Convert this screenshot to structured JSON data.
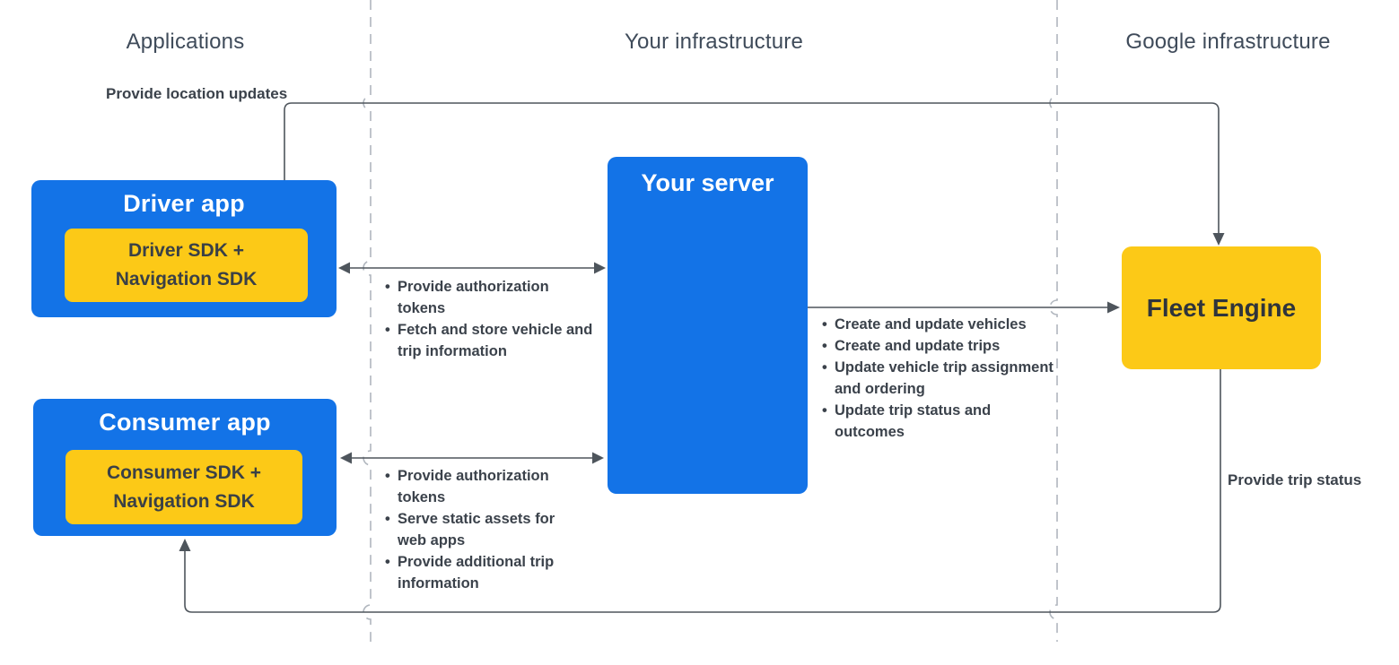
{
  "diagram": {
    "title_columns": {
      "applications": "Applications",
      "your_infrastructure": "Your infrastructure",
      "google_infrastructure": "Google infrastructure"
    },
    "nodes": {
      "driver_app": {
        "title": "Driver app",
        "sdk": "Driver SDK + Navigation SDK"
      },
      "consumer_app": {
        "title": "Consumer app",
        "sdk": "Consumer SDK + Navigation SDK"
      },
      "your_server": {
        "title": "Your server"
      },
      "fleet_engine": {
        "title": "Fleet Engine"
      }
    },
    "edges": {
      "driver_to_fleet": {
        "label": "Provide location updates"
      },
      "fleet_to_consumer": {
        "label": "Provide trip status"
      },
      "driver_server": {
        "bullets": [
          "Provide authorization tokens",
          "Fetch and store vehicle and trip information"
        ]
      },
      "consumer_server": {
        "bullets": [
          "Provide authorization tokens",
          "Serve static assets for web apps",
          "Provide additional trip information"
        ]
      },
      "server_fleet": {
        "bullets": [
          "Create and update vehicles",
          "Create and update trips",
          "Update vehicle trip assignment and ordering",
          "Update trip status and outcomes"
        ]
      }
    },
    "colors": {
      "node_blue": "#1373E7",
      "node_yellow": "#FCC917",
      "connector": "#4E555C",
      "column_divider": "#B0B6BE",
      "text_dark": "#3B424B",
      "heading": "#3F4B5A"
    }
  }
}
